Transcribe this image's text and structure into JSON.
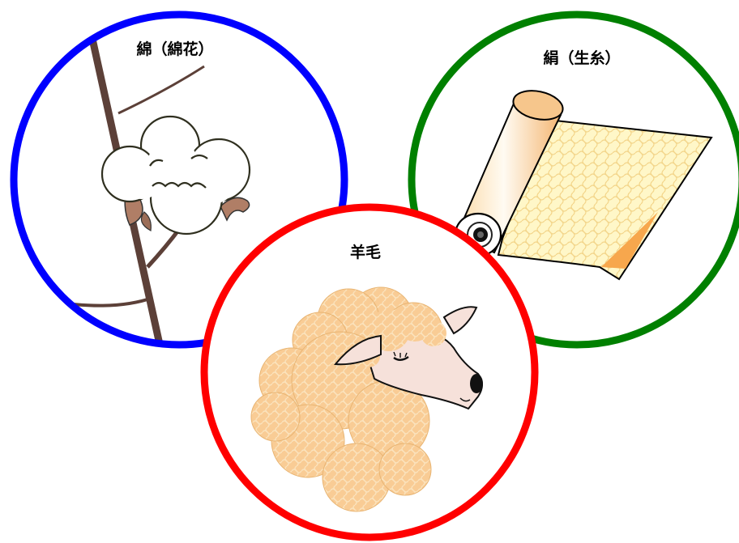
{
  "items": [
    {
      "label": "綿（綿花）",
      "ring_color": "#0000ff",
      "icon": "cotton-boll-icon"
    },
    {
      "label": "絹（生糸）",
      "ring_color": "#008000",
      "icon": "silk-fabric-roll-icon"
    },
    {
      "label": "羊毛",
      "ring_color": "#ff0000",
      "icon": "sheep-icon"
    }
  ]
}
